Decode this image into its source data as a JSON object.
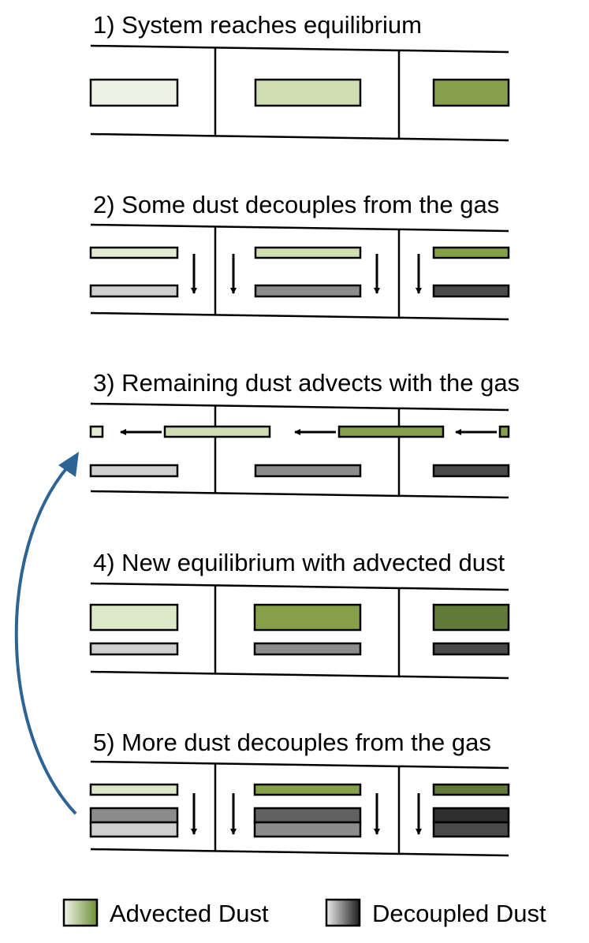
{
  "steps": [
    {
      "title": "1) System reaches equilibrium"
    },
    {
      "title": "2) Some dust decouples from the gas"
    },
    {
      "title": "3) Remaining dust advects with the gas"
    },
    {
      "title": "4) New equilibrium with advected dust"
    },
    {
      "title": "5) More dust decouples from the gas"
    }
  ],
  "legend": {
    "advected_label": "Advected Dust",
    "decoupled_label": "Decoupled Dust"
  },
  "colors": {
    "advected_light": "#eef2e4",
    "advected_pale": "#dde8c8",
    "advected_mid": "#cfdfb2",
    "advected_green": "#86a04a",
    "advected_dark": "#617a3a",
    "decoupled_light": "#cfcfcf",
    "decoupled_mid": "#8c8c8c",
    "decoupled_dark": "#4a4a4a",
    "cycle_arrow": "#2e6494"
  }
}
